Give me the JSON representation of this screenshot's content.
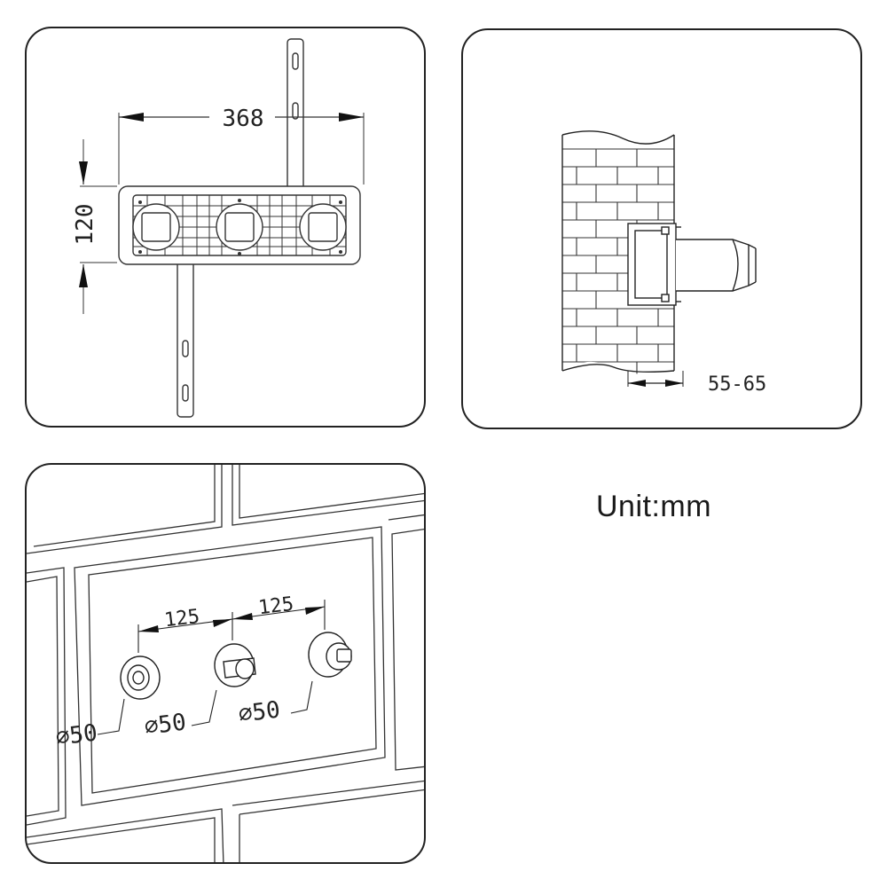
{
  "panel1": {
    "width_label": "368",
    "height_label": "120"
  },
  "panel2": {
    "depth_label": "55-65"
  },
  "panel3": {
    "spacing_label_1": "125",
    "spacing_label_2": "125",
    "diameter_label_1": "⌀50",
    "diameter_label_2": "⌀50",
    "diameter_label_3": "⌀50"
  },
  "unit_label": "Unit:mm"
}
